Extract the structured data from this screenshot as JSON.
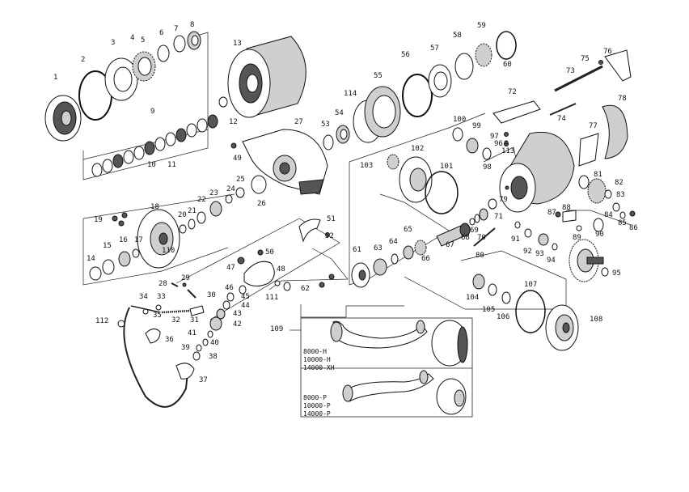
{
  "diagram": {
    "part_numbers": [
      "1",
      "2",
      "3",
      "4",
      "5",
      "6",
      "7",
      "8",
      "9",
      "10",
      "11",
      "12",
      "13",
      "14",
      "15",
      "16",
      "17",
      "18",
      "19",
      "20",
      "21",
      "22",
      "23",
      "24",
      "25",
      "26",
      "27",
      "28",
      "29",
      "30",
      "31",
      "32",
      "33",
      "34",
      "35",
      "36",
      "37",
      "38",
      "39",
      "40",
      "41",
      "42",
      "43",
      "44",
      "45",
      "46",
      "47",
      "48",
      "49",
      "50",
      "51",
      "52",
      "53",
      "54",
      "55",
      "56",
      "57",
      "58",
      "59",
      "60",
      "61",
      "62",
      "63",
      "64",
      "65",
      "66",
      "67",
      "68",
      "69",
      "70",
      "71",
      "72",
      "73",
      "74",
      "75",
      "76",
      "77",
      "78",
      "79",
      "80",
      "81",
      "82",
      "83",
      "84",
      "85",
      "86",
      "87",
      "88",
      "89",
      "90",
      "91",
      "92",
      "93",
      "94",
      "95",
      "96",
      "97",
      "98",
      "99",
      "100",
      "101",
      "102",
      "103",
      "104",
      "105",
      "106",
      "107",
      "108",
      "109",
      "110",
      "111",
      "112",
      "113",
      "114"
    ],
    "handle_a_models": [
      "8000-H",
      "10000-H",
      "14000-XH"
    ],
    "handle_b_models": [
      "8000-P",
      "10000-P",
      "14000-P"
    ]
  }
}
